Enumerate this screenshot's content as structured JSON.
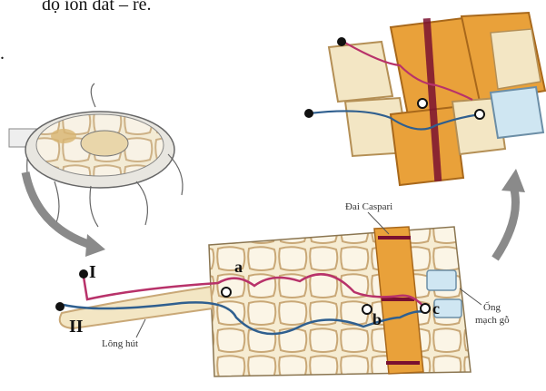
{
  "header": {
    "text": "độ ion đất – rễ.",
    "stray_mark": "."
  },
  "labels": {
    "path_I": "I",
    "path_II": "II",
    "cell_a": "a",
    "cell_b": "b",
    "cell_c": "c",
    "root_hair": "Lông hút",
    "casparian_strip": "Đai Caspari",
    "xylem_vessel_line1": "Ống",
    "xylem_vessel_line2": "mạch gỗ"
  },
  "colors": {
    "symplast_path": "#b8326a",
    "apoplast_path": "#2f5f8f",
    "endodermis": "#e9a13a",
    "casparian": "#7a1030",
    "cell_wall": "#c9a877",
    "cell_fill": "#f7efd9",
    "arrow": "#8a8a8a",
    "xylem_fill": "#cfe6f2"
  }
}
